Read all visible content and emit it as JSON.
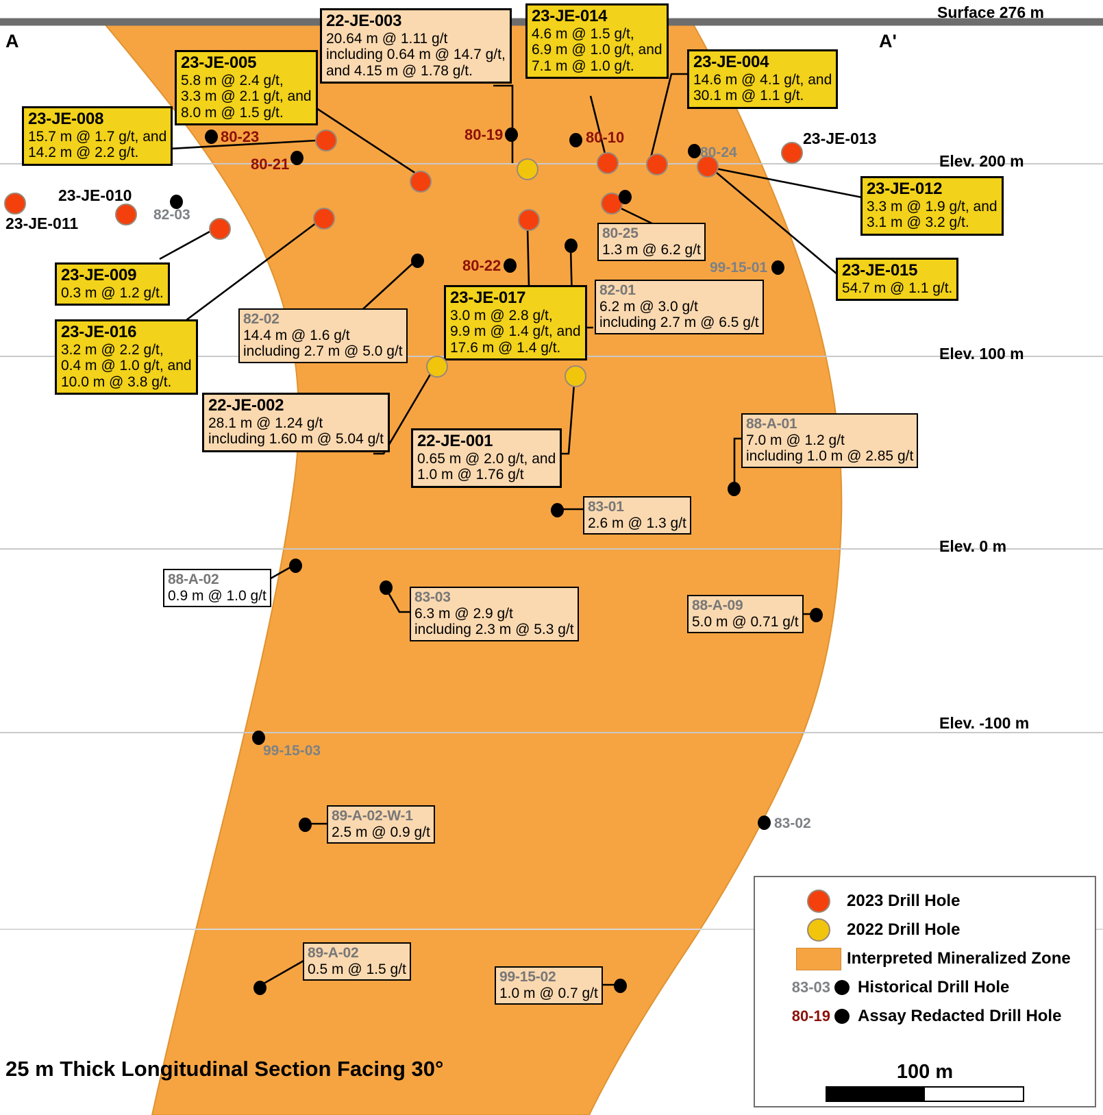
{
  "section": {
    "title": "25 m Thick Longitudinal Section Facing 30°",
    "surface_label": "Surface 276 m",
    "section_start": "A",
    "section_end": "A'",
    "elevations": [
      {
        "label": "Elev. 200 m",
        "value": 200
      },
      {
        "label": "Elev. 100 m",
        "value": 100
      },
      {
        "label": "Elev. 0 m",
        "value": 0
      },
      {
        "label": "Elev. -100 m",
        "value": -100
      }
    ]
  },
  "legend": {
    "items": [
      {
        "type": "marker-2023",
        "label": "2023 Drill Hole",
        "color": "#f4400d"
      },
      {
        "type": "marker-2022",
        "label": "2022 Drill Hole",
        "color": "#f2c50d"
      },
      {
        "type": "zone-swatch",
        "label": "Interpreted Mineralized Zone",
        "color": "#f6a442"
      },
      {
        "type": "historical",
        "id": "83-03",
        "label": "Historical Drill Hole",
        "color": "#7c8185"
      },
      {
        "type": "redacted",
        "id": "80-19",
        "label": "Assay Redacted Drill Hole",
        "color": "#8c1008"
      }
    ],
    "scale": {
      "label": "100 m"
    }
  },
  "callouts": [
    {
      "id": "23-JE-008",
      "style": "yellow",
      "lines": [
        "15.7 m @ 1.7 g/t, and",
        "14.2 m @ 2.2 g/t."
      ]
    },
    {
      "id": "23-JE-005",
      "style": "yellow",
      "lines": [
        "5.8 m @ 2.4 g/t,",
        "3.3 m @ 2.1 g/t, and",
        "8.0 m @ 1.5 g/t."
      ]
    },
    {
      "id": "22-JE-003",
      "style": "pale",
      "lines": [
        "20.64 m @ 1.11 g/t",
        "including 0.64 m @ 14.7 g/t,",
        "and 4.15 m @ 1.78 g/t."
      ]
    },
    {
      "id": "23-JE-014",
      "style": "yellow",
      "lines": [
        "4.6 m @ 1.5 g/t,",
        "6.9 m @ 1.0 g/t, and",
        "7.1 m @ 1.0 g/t."
      ]
    },
    {
      "id": "23-JE-004",
      "style": "yellow",
      "lines": [
        "14.6 m @ 4.1 g/t, and",
        "30.1 m @ 1.1 g/t."
      ]
    },
    {
      "id": "23-JE-012",
      "style": "yellow",
      "lines": [
        "3.3 m @ 1.9 g/t, and",
        "3.1 m @ 3.2 g/t."
      ]
    },
    {
      "id": "23-JE-015",
      "style": "yellow",
      "lines": [
        "54.7 m @ 1.1 g/t."
      ]
    },
    {
      "id": "23-JE-009",
      "style": "yellow",
      "lines": [
        "0.3 m @ 1.2 g/t."
      ]
    },
    {
      "id": "23-JE-016",
      "style": "yellow",
      "lines": [
        "3.2 m @ 2.2 g/t,",
        "0.4 m @ 1.0 g/t, and",
        "10.0 m @ 3.8 g/t."
      ]
    },
    {
      "id": "23-JE-017",
      "style": "yellow",
      "lines": [
        "3.0 m @ 2.8 g/t,",
        "9.9 m @ 1.4 g/t, and",
        "17.6 m @ 1.4 g/t."
      ]
    },
    {
      "id": "80-25",
      "style": "hist",
      "lines": [
        "1.3 m @ 6.2 g/t"
      ]
    },
    {
      "id": "82-01",
      "style": "hist",
      "lines": [
        "6.2 m @ 3.0 g/t",
        "including 2.7 m @ 6.5 g/t"
      ]
    },
    {
      "id": "82-02",
      "style": "hist",
      "lines": [
        "14.4 m @ 1.6 g/t",
        "including 2.7 m @ 5.0 g/t"
      ]
    },
    {
      "id": "22-JE-002",
      "style": "pale",
      "lines": [
        "28.1 m @ 1.24 g/t",
        "including 1.60 m @ 5.04 g/t"
      ]
    },
    {
      "id": "22-JE-001",
      "style": "pale",
      "lines": [
        "0.65 m @ 2.0 g/t, and",
        "1.0 m @ 1.76 g/t"
      ]
    },
    {
      "id": "88-A-01",
      "style": "hist",
      "lines": [
        "7.0 m @ 1.2 g/t",
        "including 1.0 m @ 2.85 g/t"
      ]
    },
    {
      "id": "83-01",
      "style": "hist",
      "lines": [
        "2.6 m @ 1.3 g/t"
      ]
    },
    {
      "id": "88-A-02",
      "style": "white",
      "lines": [
        "0.9 m @ 1.0 g/t"
      ]
    },
    {
      "id": "83-03",
      "style": "hist",
      "lines": [
        "6.3 m @ 2.9 g/t",
        "including 2.3 m @ 5.3 g/t"
      ]
    },
    {
      "id": "88-A-09",
      "style": "hist",
      "lines": [
        "5.0 m @ 0.71 g/t"
      ]
    },
    {
      "id": "89-A-02-W-1",
      "style": "hist",
      "lines": [
        "2.5 m @ 0.9 g/t"
      ]
    },
    {
      "id": "89-A-02",
      "style": "hist",
      "lines": [
        "0.5 m @ 1.5 g/t"
      ]
    },
    {
      "id": "99-15-02",
      "style": "hist",
      "lines": [
        "1.0 m @ 0.7 g/t"
      ]
    }
  ],
  "markers": [
    {
      "id": "23-JE-011",
      "type": "2023"
    },
    {
      "id": "23-JE-010",
      "type": "2023"
    },
    {
      "id": "23-JE-013",
      "type": "2023"
    },
    {
      "id": "80-23",
      "type": "redacted"
    },
    {
      "id": "80-21",
      "type": "redacted"
    },
    {
      "id": "80-19",
      "type": "redacted"
    },
    {
      "id": "80-10",
      "type": "redacted"
    },
    {
      "id": "80-22",
      "type": "redacted"
    },
    {
      "id": "82-03",
      "type": "historical"
    },
    {
      "id": "80-24",
      "type": "historical"
    },
    {
      "id": "99-15-01",
      "type": "historical"
    },
    {
      "id": "99-15-03",
      "type": "historical"
    },
    {
      "id": "83-02",
      "type": "historical"
    }
  ],
  "colors": {
    "zone": "#f6a442",
    "marker_2023": "#f4400d",
    "marker_2022": "#f2c50d",
    "yellow_box": "#f2d21a",
    "pale_box": "#fbd9b0",
    "redacted_text": "#8c1008",
    "historical_text": "#7c8185",
    "surface_line": "#6d6d6d"
  }
}
